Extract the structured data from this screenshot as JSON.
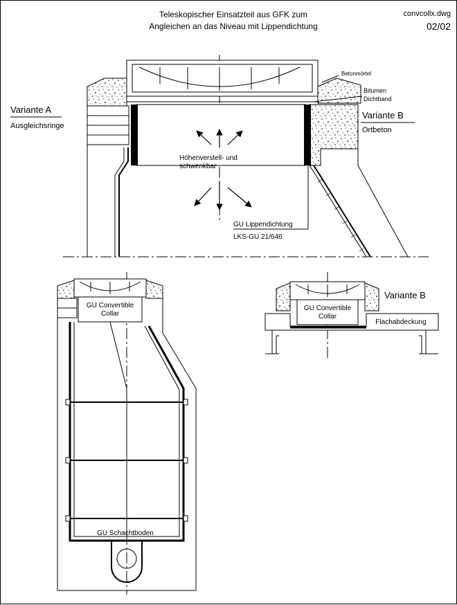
{
  "title": {
    "line1": "Teleskopischer Einsatzteil aus GFK zum",
    "line2": "Angleichen an das Niveau mit Lippendichtung"
  },
  "file": {
    "name": "convcollx.dwg",
    "page": "02/02"
  },
  "top_view": {
    "variante_a": "Variante A",
    "ausgleichsringe": "Ausgleichsringe",
    "betonmoertel": "Betonmörtel",
    "bitumen": "Bitumen",
    "dichtband": "Dichtband",
    "variante_b": "Variante B",
    "ortbeton": "Ortbeton",
    "hoehenverstell_1": "Höhenverstell-  und",
    "hoehenverstell_2": "schwenkbar",
    "lippendichtung": "GU Lippendichtung",
    "lks": "LKS-GU 21/646"
  },
  "bottom_left": {
    "collar_1": "GU Convertible",
    "collar_2": "Collar",
    "schachtboden": "GU Schachtboden"
  },
  "bottom_right": {
    "variante_b": "Variante B",
    "collar_1": "GU Convertible",
    "collar_2": "Collar",
    "flachabdeckung": "Flachabdeckung"
  }
}
